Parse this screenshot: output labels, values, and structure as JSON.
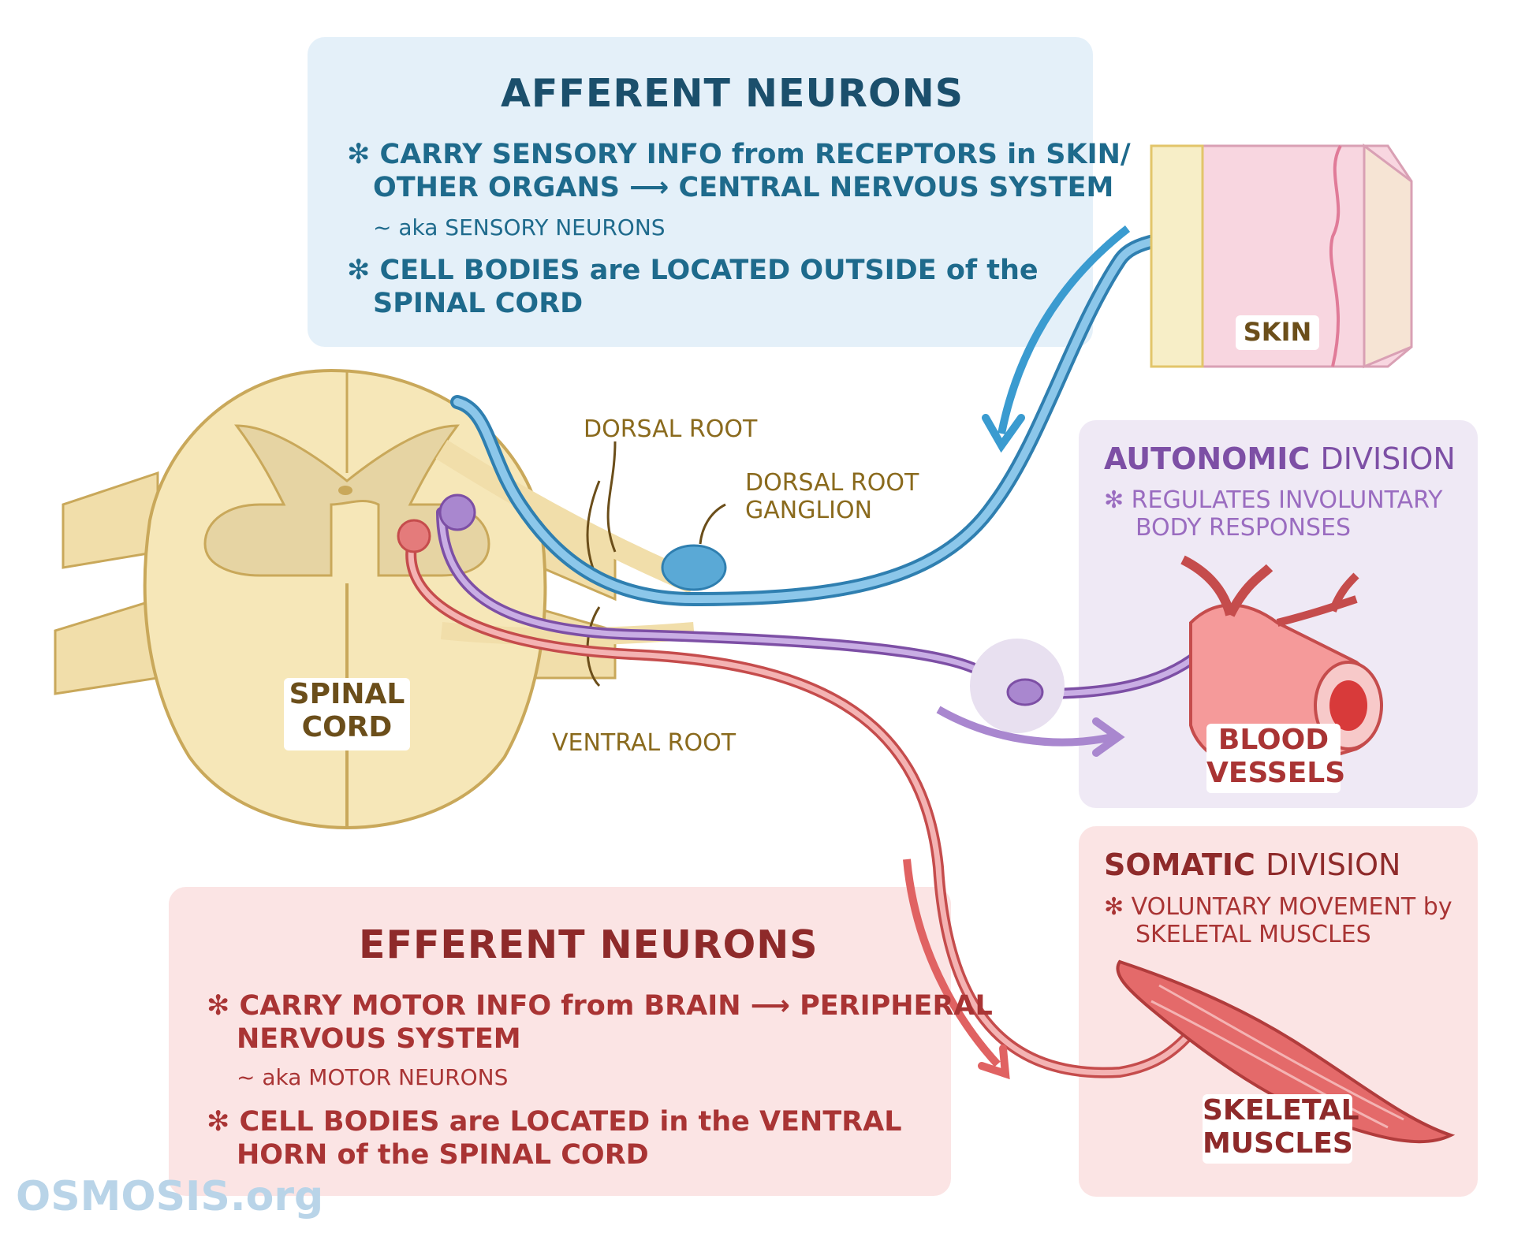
{
  "afferent": {
    "title": "AFFERENT NEURONS",
    "point1_line1": "✻ CARRY SENSORY INFO from RECEPTORS in SKIN/",
    "point1_line2": "OTHER ORGANS ⟶ CENTRAL NERVOUS SYSTEM",
    "aka": "~ aka SENSORY NEURONS",
    "point2_line1": "✻ CELL BODIES are LOCATED OUTSIDE of the",
    "point2_line2": "SPINAL CORD"
  },
  "efferent": {
    "title": "EFFERENT NEURONS",
    "point1_line1": "✻ CARRY MOTOR INFO from BRAIN ⟶ PERIPHERAL",
    "point1_line2": "NERVOUS SYSTEM",
    "aka": "~ aka MOTOR NEURONS",
    "point2_line1": "✻ CELL BODIES are LOCATED in the VENTRAL",
    "point2_line2": "HORN of the SPINAL CORD"
  },
  "autonomic": {
    "title_bold": "AUTONOMIC",
    "title_rest": "DIVISION",
    "point_line1": "✻ REGULATES INVOLUNTARY",
    "point_line2": "BODY RESPONSES",
    "organ_line1": "BLOOD",
    "organ_line2": "VESSELS"
  },
  "somatic": {
    "title_bold": "SOMATIC",
    "title_rest": "DIVISION",
    "point_line1": "✻ VOLUNTARY MOVEMENT by",
    "point_line2": "SKELETAL MUSCLES",
    "organ_line1": "SKELETAL",
    "organ_line2": "MUSCLES"
  },
  "labels": {
    "skin": "SKIN",
    "dorsal_root": "DORSAL ROOT",
    "dorsal_root_ganglion_line1": "DORSAL ROOT",
    "dorsal_root_ganglion_line2": "GANGLION",
    "ventral_root": "VENTRAL ROOT",
    "spinal_cord_line1": "SPINAL",
    "spinal_cord_line2": "CORD"
  },
  "logo": "OSMOSIS.org",
  "colors": {
    "afferent_blue": "#5aa9d6",
    "autonomic_purple": "#a987cf",
    "efferent_red": "#e47b7b",
    "cord_yellow": "#f6e7b8"
  }
}
